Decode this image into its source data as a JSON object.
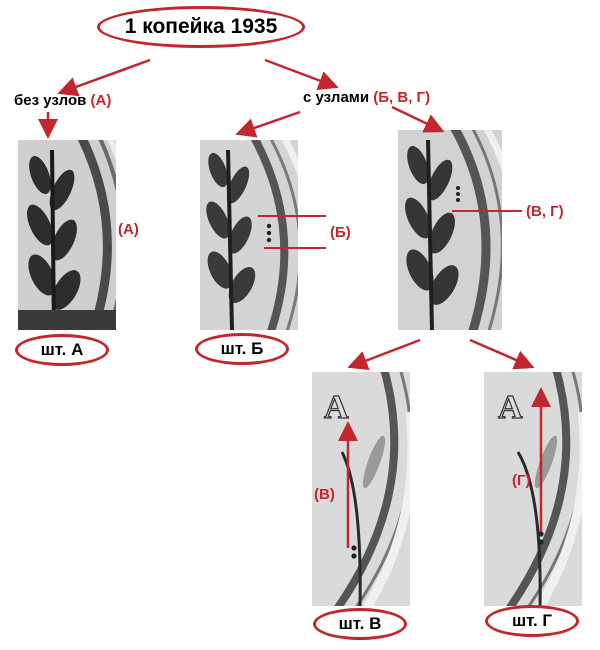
{
  "title": "1 копейка 1935",
  "branches": {
    "left_label": "без узлов",
    "left_code": "(А)",
    "right_label": "с узлами",
    "right_code": "(Б, В, Г)"
  },
  "markers": {
    "a": "(А)",
    "b": "(Б)",
    "vg": "(В, Г)",
    "v": "(В)",
    "g": "(Г)"
  },
  "letters": {
    "v": "А",
    "g": "А"
  },
  "stamps": {
    "a": "шт. А",
    "b": "шт. Б",
    "v": "шт. В",
    "g": "шт. Г"
  },
  "colors": {
    "accent": "#c1272d",
    "text": "#000000"
  }
}
